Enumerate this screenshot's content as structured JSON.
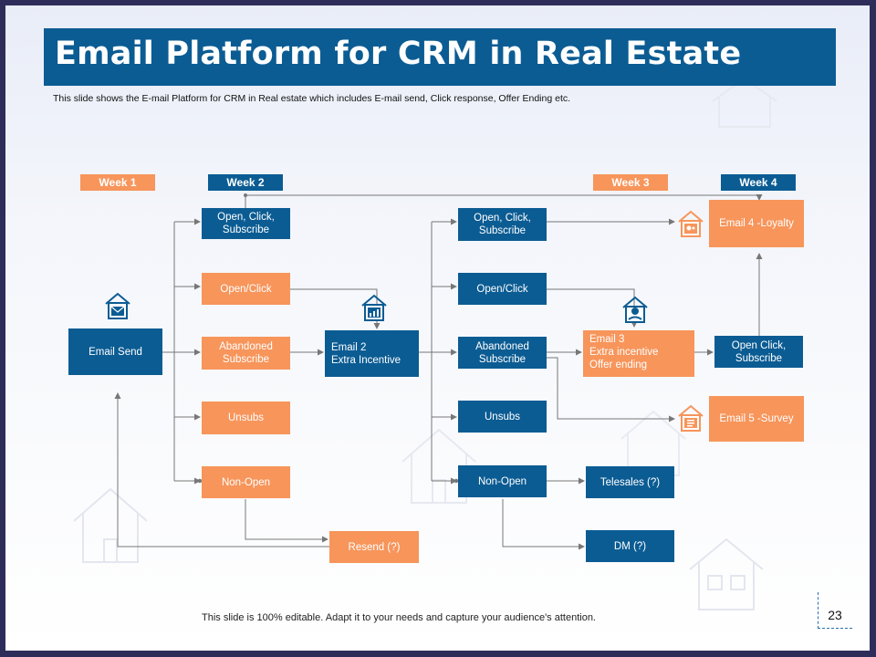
{
  "title": "Email Platform for CRM in Real Estate",
  "subtitle": "This slide shows the E-mail Platform for CRM in Real estate which includes E-mail send, Click response, Offer Ending etc.",
  "weeks": [
    "Week 1",
    "Week 2",
    "Week 3",
    "Week 4"
  ],
  "nodes": {
    "email_send": "Email Send",
    "w2_open_click_subscribe": "Open, Click,\nSubscribe",
    "w2_open_click": "Open/Click",
    "w2_abandoned": "Abandoned\n  Subscribe",
    "w2_unsubs": "Unsubs",
    "w2_non_open": "Non-Open",
    "resend": "Resend (?)",
    "email2": "Email 2\nExtra Incentive",
    "w3_open_click_subscribe": "Open, Click,\nSubscribe",
    "w3_open_click": "Open/Click",
    "w3_abandoned": "Abandoned\n  Subscribe",
    "w3_unsubs": "Unsubs",
    "w3_non_open": "Non-Open",
    "telesales": "Telesales (?)",
    "dm": "DM (?)",
    "email3": "Email 3\nExtra incentive\nOffer ending",
    "w4_open_click_subscribe": "Open Click,\nSubscribe",
    "email4": "Email 4 -Loyalty",
    "email5": "Email 5 -Survey"
  },
  "icons": {
    "email_send": "house-mail-icon",
    "email2": "house-chart-icon",
    "email3": "house-money-icon",
    "email4": "house-eye-icon",
    "email5": "house-document-icon"
  },
  "colors": {
    "blue": "#0b5c93",
    "orange": "#f7955b",
    "connector": "#777777"
  },
  "footer": "This slide is 100% editable. Adapt it to your needs and capture your audience's attention.",
  "page_number": "23"
}
